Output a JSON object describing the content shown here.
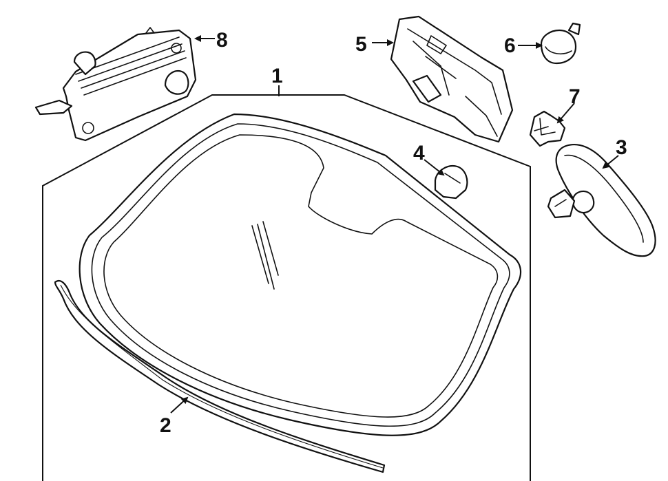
{
  "diagram": {
    "callouts": [
      {
        "id": "1",
        "label": "1"
      },
      {
        "id": "2",
        "label": "2"
      },
      {
        "id": "3",
        "label": "3"
      },
      {
        "id": "4",
        "label": "4"
      },
      {
        "id": "5",
        "label": "5"
      },
      {
        "id": "6",
        "label": "6"
      },
      {
        "id": "7",
        "label": "7"
      },
      {
        "id": "8",
        "label": "8"
      }
    ],
    "colors": {
      "line": "#111111",
      "fill": "#ffffff"
    }
  }
}
